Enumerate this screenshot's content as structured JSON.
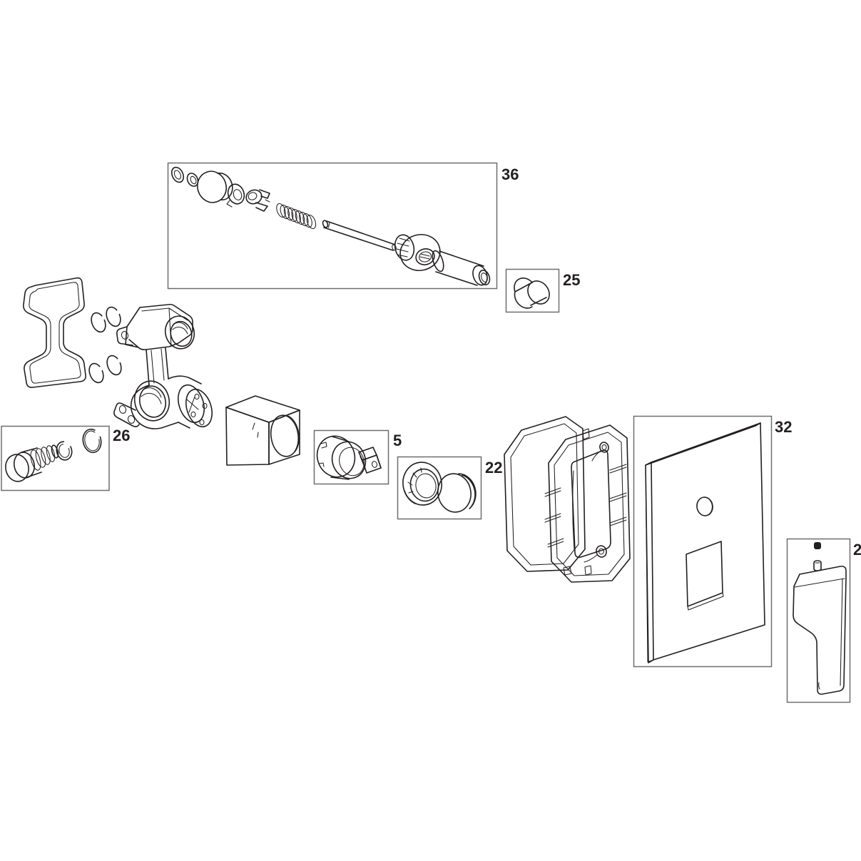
{
  "diagram": {
    "background": "#ffffff",
    "line_color": "#231f20",
    "box_border_color": "#6d6e71",
    "callouts": [
      {
        "id": "36",
        "label": "36"
      },
      {
        "id": "25",
        "label": "25"
      },
      {
        "id": "26",
        "label": "26"
      },
      {
        "id": "5",
        "label": "5"
      },
      {
        "id": "22",
        "label": "22"
      },
      {
        "id": "32",
        "label": "32"
      },
      {
        "id": "2",
        "label": "2"
      }
    ]
  }
}
